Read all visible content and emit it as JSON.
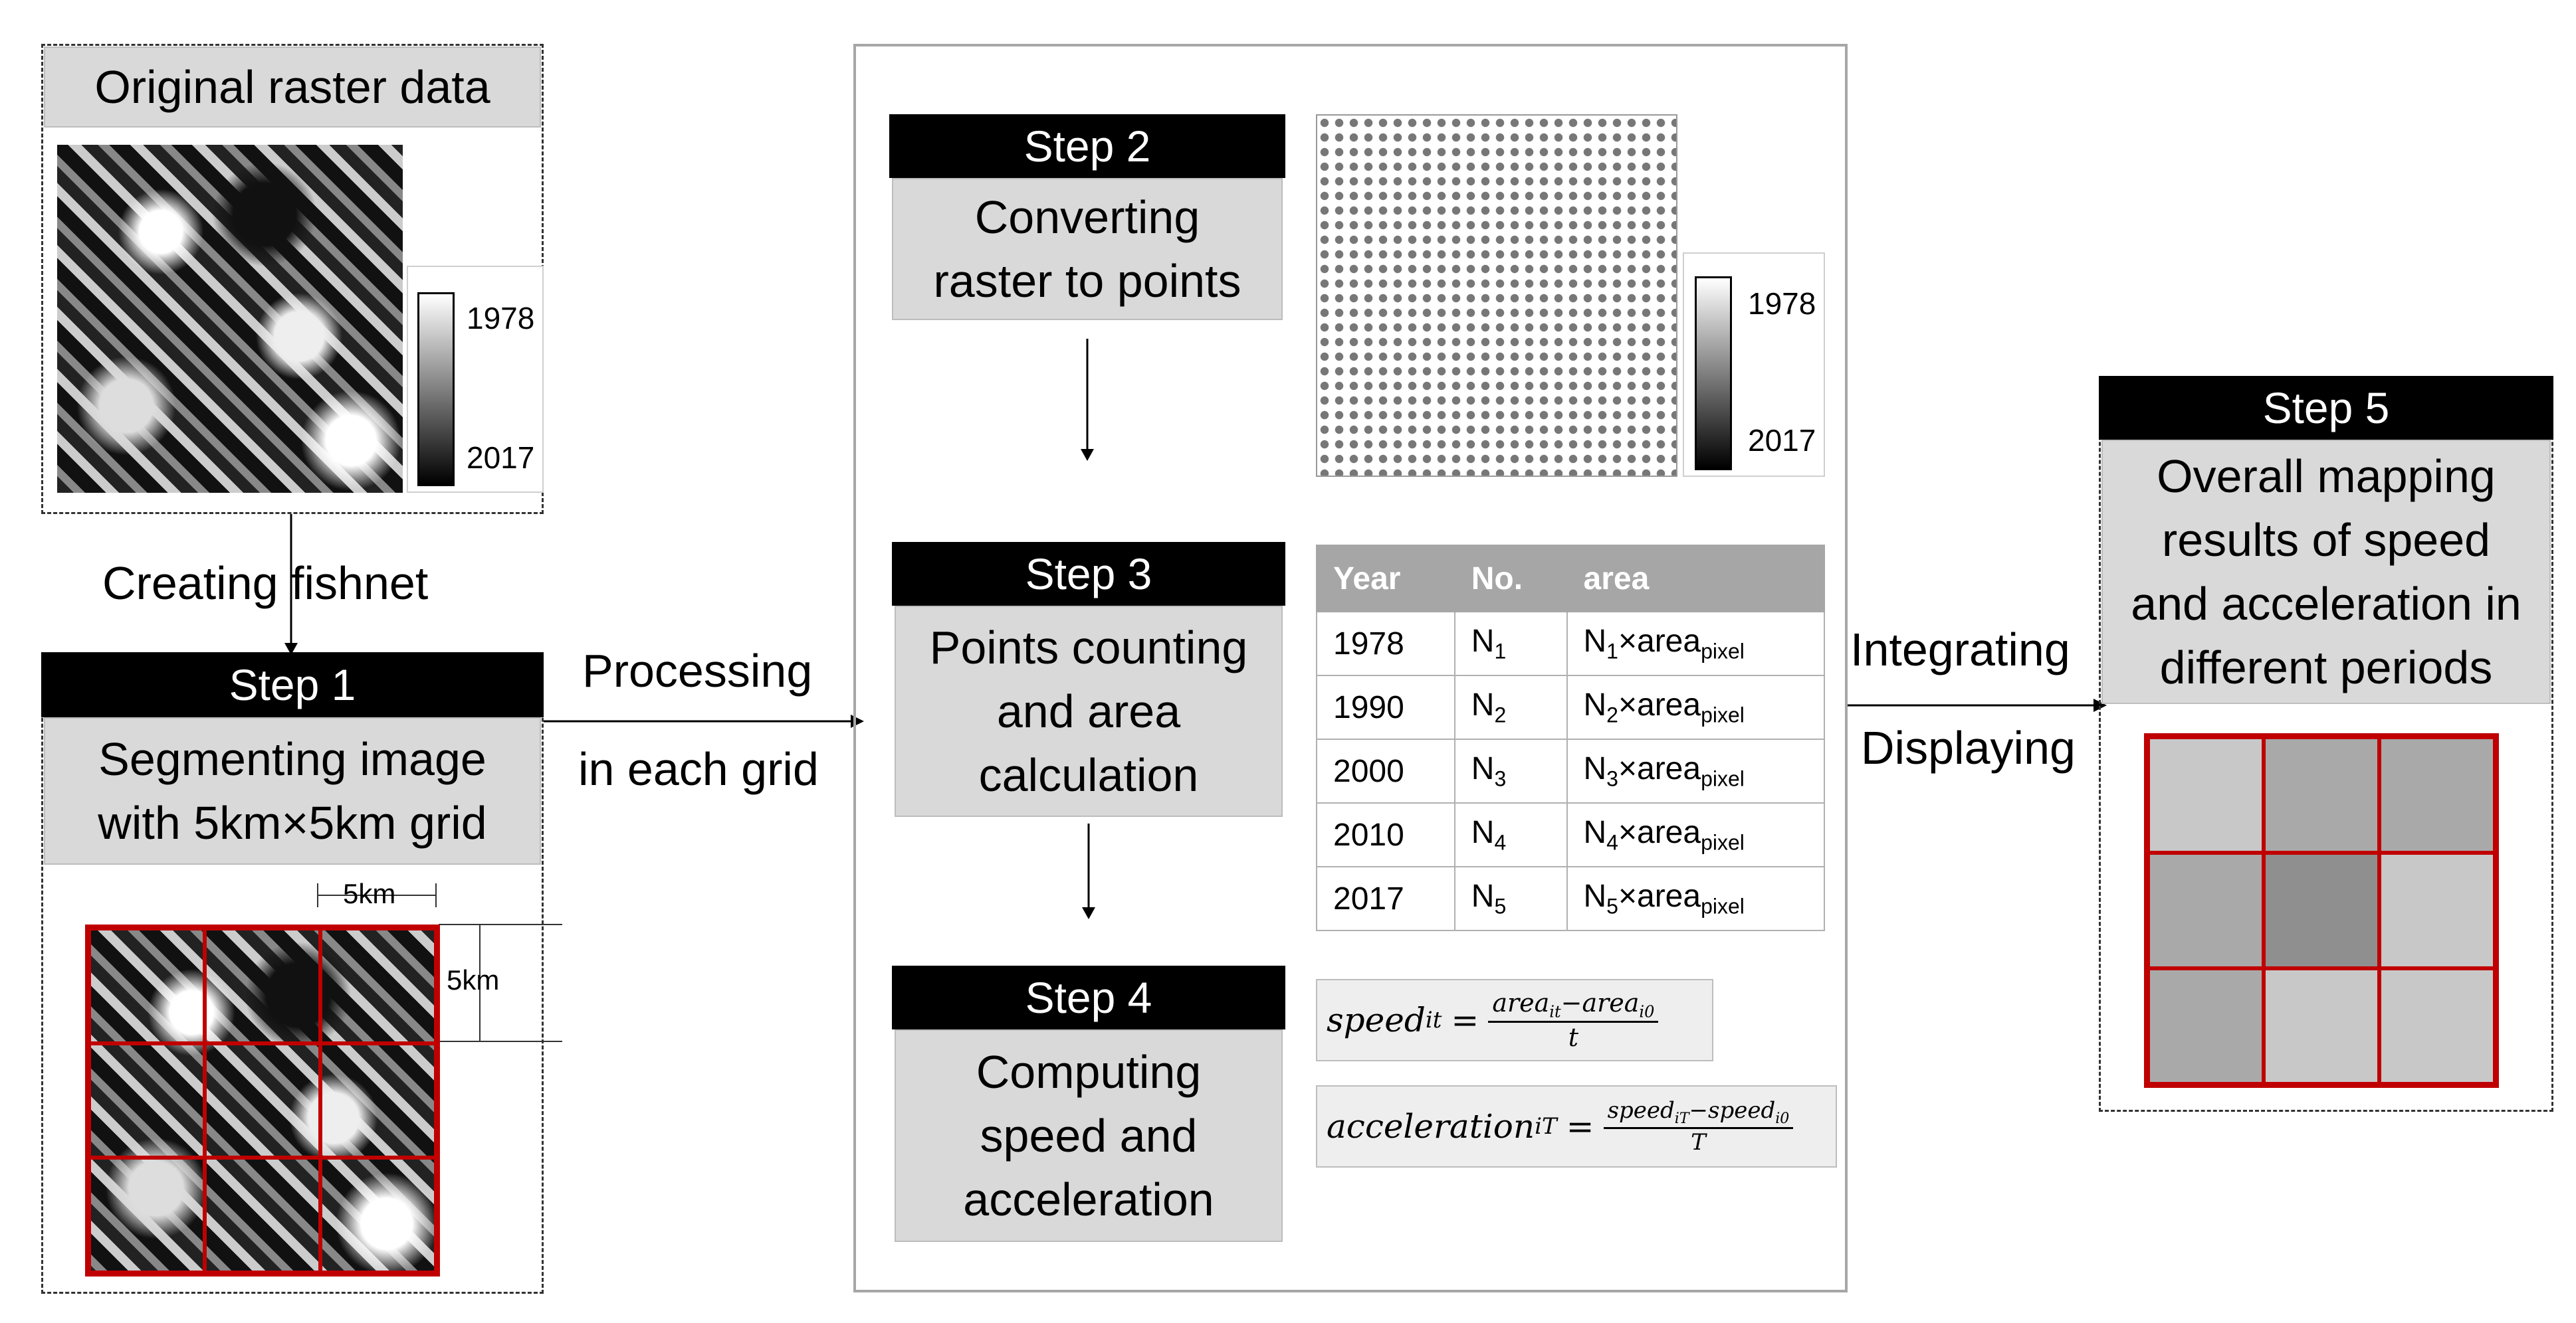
{
  "original": {
    "title": "Original raster data"
  },
  "legend": {
    "top": "1978",
    "bottom": "2017"
  },
  "fishnet_label": "Creating  fishnet",
  "step1": {
    "badge": "Step 1",
    "text_lines": [
      "Segmenting image",
      "with 5km×5km  grid"
    ],
    "dim_label": "5km"
  },
  "processing": {
    "line1": "Processing",
    "line2": "in each grid"
  },
  "step2": {
    "badge": "Step 2",
    "text_lines": [
      "Converting",
      "raster to points"
    ]
  },
  "step3": {
    "badge": "Step 3",
    "text_lines": [
      "Points counting",
      "and area",
      "calculation"
    ]
  },
  "table": {
    "headers": [
      "Year",
      "No.",
      "area"
    ],
    "rows": [
      {
        "year": "1978",
        "n": "N",
        "n_sub": "1",
        "area": "N",
        "area_sub": "1",
        "times": "×area",
        "pixel_sub": "pixel"
      },
      {
        "year": "1990",
        "n": "N",
        "n_sub": "2",
        "area": "N",
        "area_sub": "2",
        "times": "×area",
        "pixel_sub": "pixel"
      },
      {
        "year": "2000",
        "n": "N",
        "n_sub": "3",
        "area": "N",
        "area_sub": "3",
        "times": "×area",
        "pixel_sub": "pixel"
      },
      {
        "year": "2010",
        "n": "N",
        "n_sub": "4",
        "area": "N",
        "area_sub": "4",
        "times": "×area",
        "pixel_sub": "pixel"
      },
      {
        "year": "2017",
        "n": "N",
        "n_sub": "5",
        "area": "N",
        "area_sub": "5",
        "times": "×area",
        "pixel_sub": "pixel"
      }
    ]
  },
  "step4": {
    "badge": "Step 4",
    "text_lines": [
      "Computing",
      "speed and",
      "acceleration"
    ]
  },
  "formula_speed": {
    "lhs": "speed",
    "lhs_sub": "it",
    "eq": "=",
    "num": "area",
    "num_sub1": "it",
    "minus": "−area",
    "num_sub2": "i0",
    "den": "t"
  },
  "formula_acc": {
    "lhs": "acceleration",
    "lhs_sub": "iT",
    "eq": "=",
    "num": "speed",
    "num_sub1": "iT",
    "minus": "−speed",
    "num_sub2": "i0",
    "den": "T"
  },
  "integrating": {
    "line1": "Integrating",
    "line2": "Displaying"
  },
  "step5": {
    "badge": "Step 5",
    "text_lines": [
      "Overall mapping",
      "results of speed",
      "and acceleration in",
      "different periods"
    ]
  },
  "result_grid": {
    "shades": [
      "#c8c8c8",
      "#a9a9a9",
      "#a9a9a9",
      "#a9a9a9",
      "#8f8f8f",
      "#c8c8c8",
      "#a9a9a9",
      "#c8c8c8",
      "#c8c8c8"
    ]
  }
}
